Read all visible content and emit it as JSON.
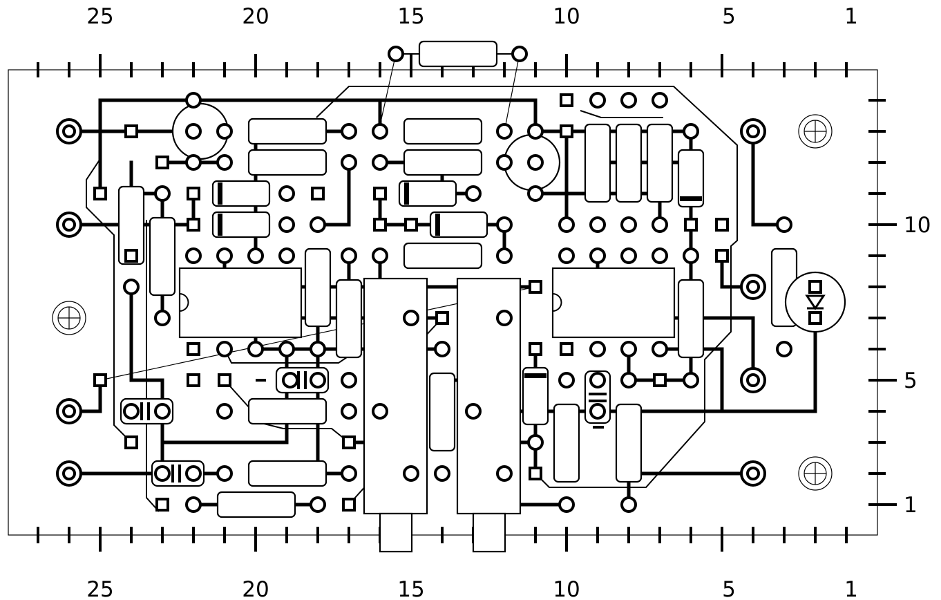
{
  "grid": {
    "top_labels": [
      "25",
      "20",
      "15",
      "10",
      "5",
      "1"
    ],
    "bottom_labels": [
      "25",
      "20",
      "15",
      "10",
      "5",
      "1"
    ],
    "right_labels": [
      "10",
      "5",
      "1"
    ]
  }
}
